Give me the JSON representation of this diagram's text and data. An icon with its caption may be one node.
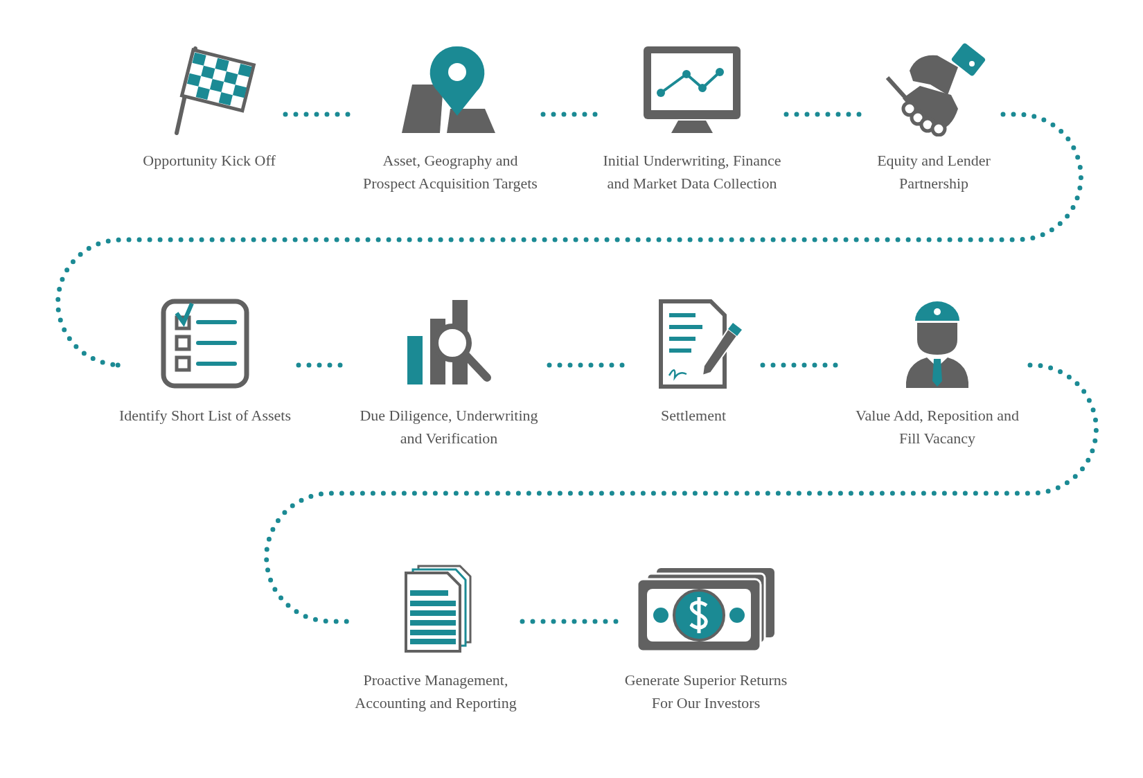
{
  "diagram": {
    "nodes": [
      {
        "text": [
          "Opportunity Kick Off"
        ]
      },
      {
        "text": [
          "Asset, Geography and Prospect Acquisition Targets"
        ]
      },
      {
        "text": [
          "Initial Underwriting, Finance and Market Data Collection"
        ]
      },
      {
        "text": [
          "Equity and Lender Partnership"
        ]
      },
      {
        "text": [
          "Identify Short List of Assets"
        ]
      },
      {
        "text": [
          "Due Diligence, Underwriting and Verification"
        ]
      },
      {
        "text": [
          "Settlement"
        ]
      },
      {
        "text": [
          "Value Add, Reposition and Fill Vacancy"
        ]
      },
      {
        "text": [
          "Proactive Management, Accounting and Reporting"
        ]
      },
      {
        "text": [
          "Generate Superior Returns For Our Investors"
        ]
      }
    ],
    "edges": [
      {
        "from": 0,
        "to": 1,
        "arrow": "none"
      },
      {
        "from": 1,
        "to": 2,
        "arrow": "none"
      },
      {
        "from": 2,
        "to": 3,
        "arrow": "none"
      },
      {
        "from": 3,
        "to": 4,
        "arrow": "none"
      },
      {
        "from": 4,
        "to": 5,
        "arrow": "none"
      },
      {
        "from": 5,
        "to": 6,
        "arrow": "none"
      },
      {
        "from": 6,
        "to": 7,
        "arrow": "none"
      },
      {
        "from": 7,
        "to": 8,
        "arrow": "none"
      },
      {
        "from": 8,
        "to": 9,
        "arrow": "none"
      }
    ]
  }
}
